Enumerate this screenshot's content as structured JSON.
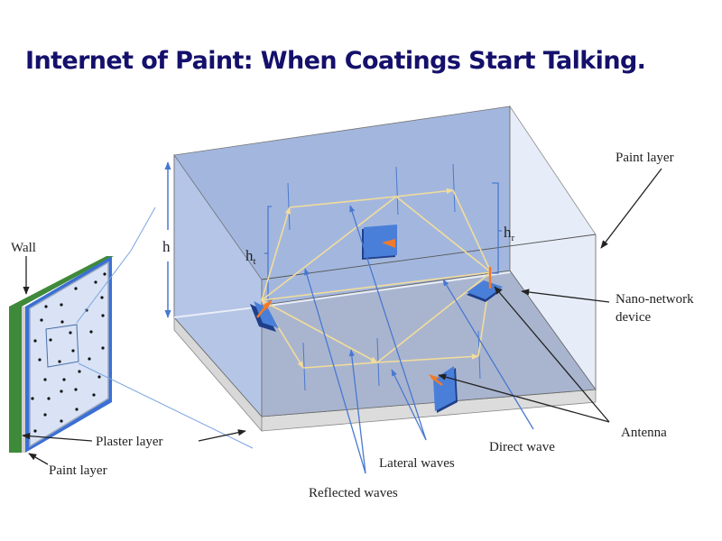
{
  "title": "Internet of Paint: When Coatings Start Talking.",
  "labels": {
    "wall": "Wall",
    "plaster_layer": "Plaster layer",
    "paint_layer_left": "Paint layer",
    "paint_layer_right": "Paint layer",
    "nano_network_device_line1": "Nano-network",
    "nano_network_device_line2": "device",
    "antenna": "Antenna",
    "direct_wave": "Direct wave",
    "lateral_waves": "Lateral waves",
    "reflected_waves": "Reflected waves",
    "h": "h",
    "h_t_main": "h",
    "h_t_sub": "t",
    "h_r_main": "h",
    "h_r_sub": "r"
  },
  "colors": {
    "title": "#14106b",
    "paint_blue": "#3b6fd4",
    "wall_green": "#3f8a3a",
    "wave_yellow": "#f2dc9a",
    "antenna_orange": "#f07a2a",
    "arrow_blue": "#4a78d0"
  }
}
